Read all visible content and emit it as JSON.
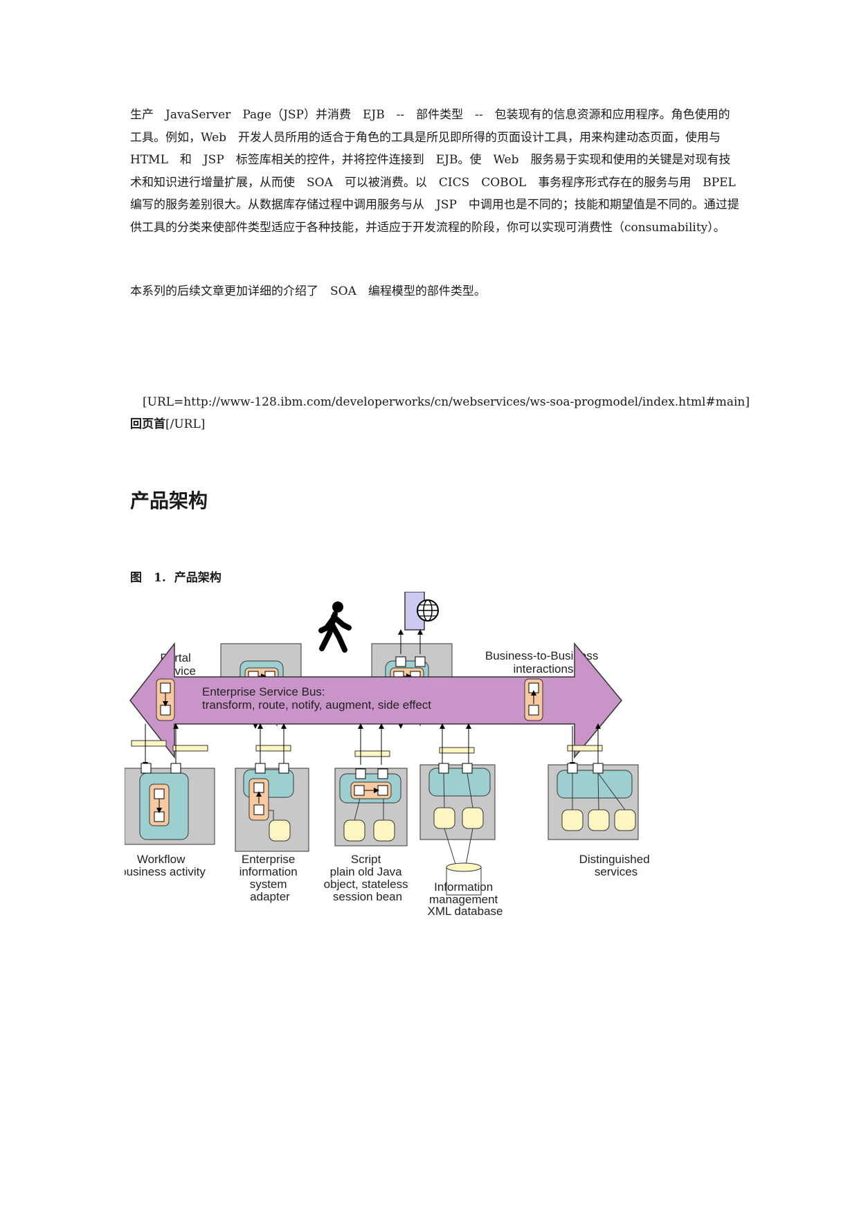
{
  "paragraphs": [
    "生产　JavaServer　Page（JSP）并消费　EJB　--　部件类型　--　包装现有的信息资源和应用程序。角色使用的工具。例如，Web　开发人员所用的适合于角色的工具是所见即所得的页面设计工具，用来构建动态页面，使用与　HTML　和　JSP　标签库相关的控件，并将控件连接到　EJB。使　Web　服务易于实现和使用的关键是对现有技术和知识进行增量扩展，从而使　SOA　可以被消费。以　CICS　COBOL　事务程序形式存在的服务与用　BPEL　编写的服务差别很大。从数据库存储过程中调用服务与从　JSP　中调用也是不同的；技能和期望值是不同的。通过提供工具的分类来使部件类型适应于各种技能，并适应于开发流程的阶段，你可以实现可消费性（consumability）。",
    "本系列的后续文章更加详细的介绍了　SOA　编程模型的部件类型。"
  ],
  "link": {
    "url_text": "[URL=http://www-128.ibm.com/developerworks/cn/webservices/ws-soa-progmodel/index.html#main]",
    "label": "回页首",
    "close": "[/URL]"
  },
  "section_title": "产品架构",
  "figure": {
    "number": "图　1.",
    "title": "产品架构",
    "labels": {
      "portal": [
        "Portal",
        "service"
      ],
      "b2b": [
        "Business-to-Business",
        "interactions"
      ],
      "esb": [
        "Enterprise Service Bus:",
        "transform, route, notify, augment, side effect"
      ],
      "workflow": [
        "Workflow",
        "business activity"
      ],
      "eis": [
        "Enterprise",
        "information",
        "system",
        "adapter"
      ],
      "script": [
        "Script",
        "plain old Java",
        "object, stateless",
        "session bean"
      ],
      "info": [
        "Information",
        "management",
        "XML database"
      ],
      "dist": [
        "Distinguished",
        "services"
      ]
    },
    "icons": [
      "walking-person-icon",
      "globe-icon"
    ],
    "colors": {
      "bus": "#c994c8",
      "teal": "#9ecfd0",
      "orange": "#f7c9a0",
      "yellow": "#fdf6c3",
      "gray": "#c8c8c8",
      "globe_panel": "#c9c9f2"
    }
  }
}
